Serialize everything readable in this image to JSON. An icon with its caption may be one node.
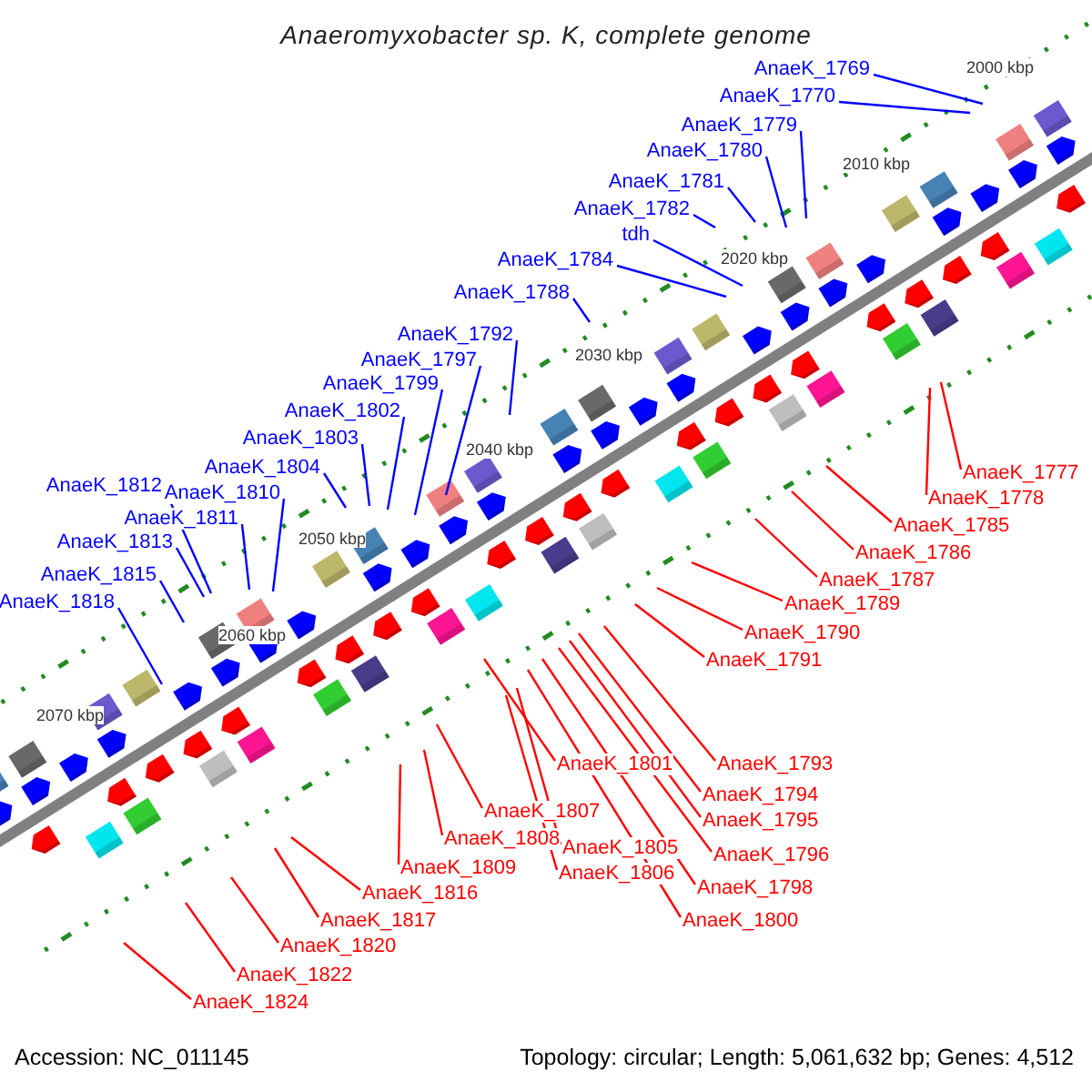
{
  "diagram": {
    "title": "Anaeromyxobacter sp. K, complete genome",
    "nodes": [
      {
        "text": [
          "AnaeK_1769"
        ]
      },
      {
        "text": [
          "AnaeK_1770"
        ]
      },
      {
        "text": [
          "AnaeK_1779"
        ]
      },
      {
        "text": [
          "AnaeK_1780"
        ]
      },
      {
        "text": [
          "AnaeK_1781"
        ]
      },
      {
        "text": [
          "AnaeK_1782"
        ]
      },
      {
        "text": [
          "tdh"
        ]
      },
      {
        "text": [
          "AnaeK_1784"
        ]
      },
      {
        "text": [
          "AnaeK_1788"
        ]
      },
      {
        "text": [
          "AnaeK_1792"
        ]
      },
      {
        "text": [
          "AnaeK_1797"
        ]
      },
      {
        "text": [
          "AnaeK_1799"
        ]
      },
      {
        "text": [
          "AnaeK_1802"
        ]
      },
      {
        "text": [
          "AnaeK_1803"
        ]
      },
      {
        "text": [
          "AnaeK_1804"
        ]
      },
      {
        "text": [
          "AnaeK_1812"
        ]
      },
      {
        "text": [
          "AnaeK_1810"
        ]
      },
      {
        "text": [
          "AnaeK_1811"
        ]
      },
      {
        "text": [
          "AnaeK_1813"
        ]
      },
      {
        "text": [
          "AnaeK_1815"
        ]
      },
      {
        "text": [
          "AnaeK_1818"
        ]
      },
      {
        "text": [
          "AnaeK_1777"
        ]
      },
      {
        "text": [
          "AnaeK_1778"
        ]
      },
      {
        "text": [
          "AnaeK_1785"
        ]
      },
      {
        "text": [
          "AnaeK_1786"
        ]
      },
      {
        "text": [
          "AnaeK_1787"
        ]
      },
      {
        "text": [
          "AnaeK_1789"
        ]
      },
      {
        "text": [
          "AnaeK_1790"
        ]
      },
      {
        "text": [
          "AnaeK_1791"
        ]
      },
      {
        "text": [
          "AnaeK_1801"
        ]
      },
      {
        "text": [
          "AnaeK_1793"
        ]
      },
      {
        "text": [
          "AnaeK_1794"
        ]
      },
      {
        "text": [
          "AnaeK_1795"
        ]
      },
      {
        "text": [
          "AnaeK_1807"
        ]
      },
      {
        "text": [
          "AnaeK_1808"
        ]
      },
      {
        "text": [
          "AnaeK_1805"
        ]
      },
      {
        "text": [
          "AnaeK_1796"
        ]
      },
      {
        "text": [
          "AnaeK_1809"
        ]
      },
      {
        "text": [
          "AnaeK_1806"
        ]
      },
      {
        "text": [
          "AnaeK_1798"
        ]
      },
      {
        "text": [
          "AnaeK_1816"
        ]
      },
      {
        "text": [
          "AnaeK_1800"
        ]
      },
      {
        "text": [
          "AnaeK_1817"
        ]
      },
      {
        "text": [
          "AnaeK_1820"
        ]
      },
      {
        "text": [
          "AnaeK_1822"
        ]
      },
      {
        "text": [
          "AnaeK_1824"
        ]
      }
    ],
    "edges": [
      {
        "from": 0,
        "to": null,
        "arrow": "none",
        "color": "#0000ff"
      },
      {
        "from": 1,
        "to": null,
        "arrow": "none",
        "color": "#0000ff"
      },
      {
        "from": 2,
        "to": null,
        "arrow": "none",
        "color": "#0000ff"
      },
      {
        "from": 3,
        "to": null,
        "arrow": "none",
        "color": "#0000ff"
      },
      {
        "from": 4,
        "to": null,
        "arrow": "none",
        "color": "#0000ff"
      },
      {
        "from": 5,
        "to": null,
        "arrow": "none",
        "color": "#0000ff"
      },
      {
        "from": 6,
        "to": null,
        "arrow": "none",
        "color": "#0000ff"
      },
      {
        "from": 7,
        "to": null,
        "arrow": "none",
        "color": "#0000ff"
      },
      {
        "from": 8,
        "to": null,
        "arrow": "none",
        "color": "#0000ff"
      },
      {
        "from": 9,
        "to": null,
        "arrow": "none",
        "color": "#0000ff"
      },
      {
        "from": 10,
        "to": null,
        "arrow": "none",
        "color": "#0000ff"
      },
      {
        "from": 11,
        "to": null,
        "arrow": "none",
        "color": "#0000ff"
      },
      {
        "from": 12,
        "to": null,
        "arrow": "none",
        "color": "#0000ff"
      },
      {
        "from": 13,
        "to": null,
        "arrow": "none",
        "color": "#0000ff"
      },
      {
        "from": 14,
        "to": null,
        "arrow": "none",
        "color": "#0000ff"
      },
      {
        "from": 15,
        "to": null,
        "arrow": "none",
        "color": "#0000ff"
      },
      {
        "from": 16,
        "to": null,
        "arrow": "none",
        "color": "#0000ff"
      },
      {
        "from": 17,
        "to": null,
        "arrow": "none",
        "color": "#0000ff"
      },
      {
        "from": 18,
        "to": null,
        "arrow": "none",
        "color": "#0000ff"
      },
      {
        "from": 19,
        "to": null,
        "arrow": "none",
        "color": "#0000ff"
      },
      {
        "from": 20,
        "to": null,
        "arrow": "none",
        "color": "#0000ff"
      },
      {
        "from": 21,
        "to": null,
        "arrow": "none"
      },
      {
        "from": 22,
        "to": null,
        "arrow": "none"
      },
      {
        "from": 23,
        "to": null,
        "arrow": "none"
      },
      {
        "from": 24,
        "to": null,
        "arrow": "none"
      },
      {
        "from": 25,
        "to": null,
        "arrow": "none"
      },
      {
        "from": 26,
        "to": null,
        "arrow": "none"
      },
      {
        "from": 27,
        "to": null,
        "arrow": "none"
      },
      {
        "from": 28,
        "to": null,
        "arrow": "none"
      },
      {
        "from": 29,
        "to": null,
        "arrow": "none"
      },
      {
        "from": 30,
        "to": null,
        "arrow": "none"
      },
      {
        "from": 31,
        "to": null,
        "arrow": "none"
      },
      {
        "from": 32,
        "to": null,
        "arrow": "none"
      },
      {
        "from": 33,
        "to": null,
        "arrow": "none"
      },
      {
        "from": 34,
        "to": null,
        "arrow": "none"
      },
      {
        "from": 35,
        "to": null,
        "arrow": "none"
      },
      {
        "from": 36,
        "to": null,
        "arrow": "none"
      },
      {
        "from": 37,
        "to": null,
        "arrow": "none"
      },
      {
        "from": 38,
        "to": null,
        "arrow": "none"
      },
      {
        "from": 39,
        "to": null,
        "arrow": "none"
      },
      {
        "from": 40,
        "to": null,
        "arrow": "none"
      },
      {
        "from": 41,
        "to": null,
        "arrow": "none"
      },
      {
        "from": 42,
        "to": null,
        "arrow": "none"
      },
      {
        "from": 43,
        "to": null,
        "arrow": "none"
      },
      {
        "from": 44,
        "to": null,
        "arrow": "none"
      },
      {
        "from": 45,
        "to": null,
        "arrow": "none"
      }
    ],
    "labels": [
      "2000 kbp",
      "2010 kbp",
      "2020 kbp",
      "2030 kbp",
      "2040 kbp",
      "2050 kbp",
      "2060 kbp",
      "2070 kbp",
      "Accession: NC_011145",
      "Topology: circular; Length: 5,061,632 bp; Genes: 4,512"
    ]
  }
}
